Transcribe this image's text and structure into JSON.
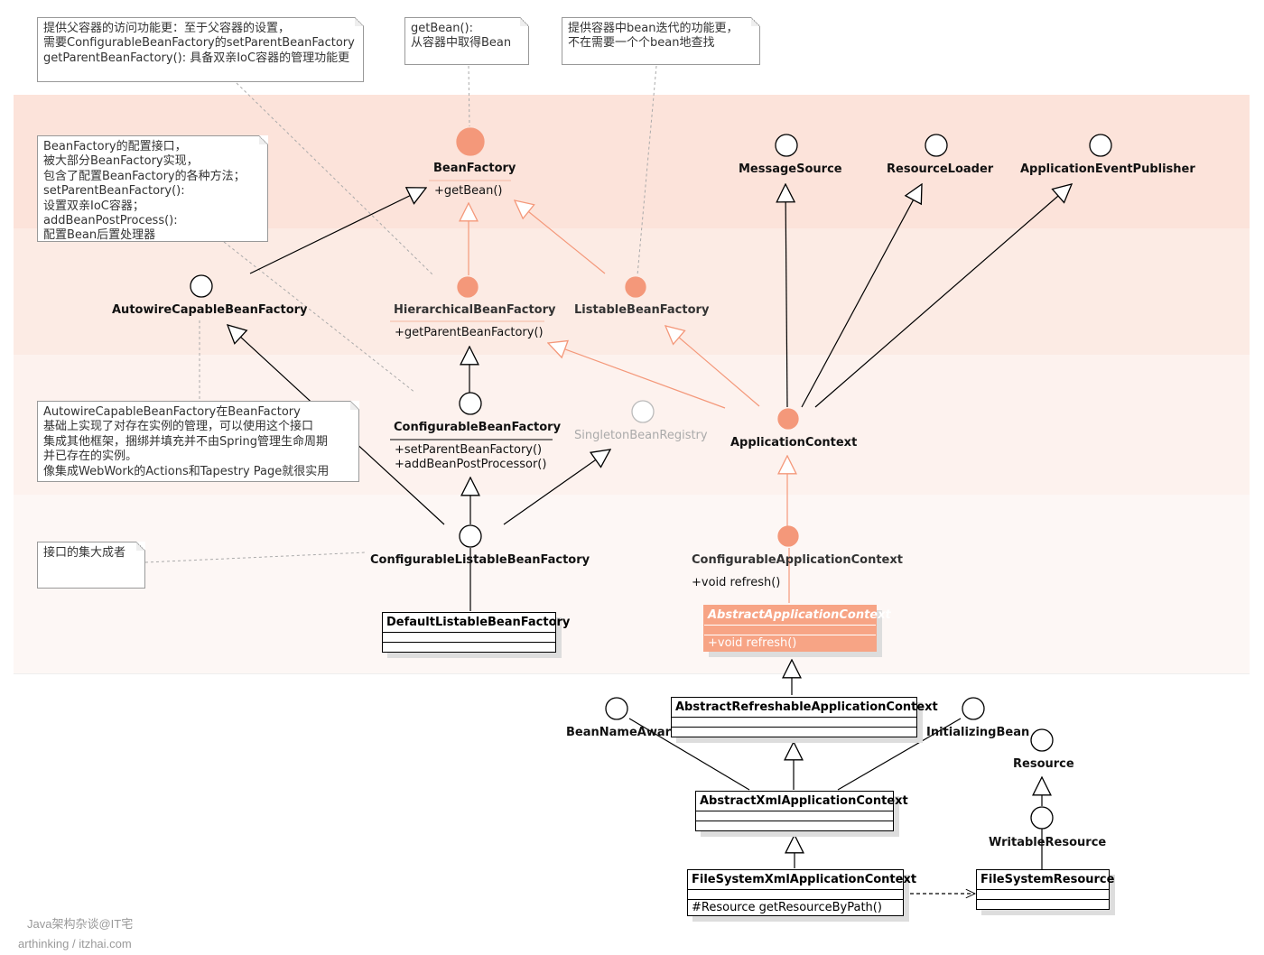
{
  "notes": {
    "parent_access": "提供父容器的访问功能更：至于父容器的设置，\n需要ConfigurableBeanFactory的setParentBeanFactory\ngetParentBeanFactory(): 具备双亲IoC容器的管理功能更",
    "getbean": "getBean():\n从容器中取得Bean",
    "iteration": "提供容器中bean迭代的功能更，\n不在需要一个个bean地查找",
    "config_iface": "BeanFactory的配置接口，\n被大部分BeanFactory实现，\n包含了配置BeanFactory的各种方法；\nsetParentBeanFactory():\n设置双亲IoC容器；\naddBeanPostProcess():\n配置Bean后置处理器",
    "autowire": "AutowireCapableBeanFactory在BeanFactory\n基础上实现了对存在实例的管理，可以使用这个接口\n集成其他框架，捆绑并填充并不由Spring管理生命周期\n并已存在的实例。\n像集成WebWork的Actions和Tapestry Page就很实用",
    "collector": "接口的集大成者"
  },
  "interfaces": {
    "bean_factory": {
      "name": "BeanFactory",
      "op": "+getBean()"
    },
    "message_source": {
      "name": "MessageSource"
    },
    "resource_loader": {
      "name": "ResourceLoader"
    },
    "app_event_publisher": {
      "name": "ApplicationEventPublisher"
    },
    "autowire_capable": {
      "name": "AutowireCapableBeanFactory"
    },
    "hierarchical": {
      "name": "HierarchicalBeanFactory",
      "op": "+getParentBeanFactory()"
    },
    "listable": {
      "name": "ListableBeanFactory"
    },
    "configurable_bf": {
      "name": "ConfigurableBeanFactory",
      "op1": "+setParentBeanFactory()",
      "op2": "+addBeanPostProcessor()"
    },
    "singleton_registry": {
      "name": "SingletonBeanRegistry"
    },
    "application_context": {
      "name": "ApplicationContext"
    },
    "configurable_listable": {
      "name": "ConfigurableListableBeanFactory"
    },
    "configurable_app_ctx": {
      "name": "ConfigurableApplicationContext",
      "op": "+void refresh()"
    },
    "bean_name_aware": {
      "name": "BeanNameAware"
    },
    "initializing_bean": {
      "name": "InitializingBean"
    },
    "resource": {
      "name": "Resource"
    },
    "writable_resource": {
      "name": "WritableResource"
    }
  },
  "classes": {
    "default_listable": {
      "name": "DefaultListableBeanFactory"
    },
    "abstract_app_ctx": {
      "name": "AbstractApplicationContext",
      "op": "+void refresh()"
    },
    "abstract_refreshable": {
      "name": "AbstractRefreshableApplicationContext"
    },
    "abstract_xml": {
      "name": "AbstractXmlApplicationContext"
    },
    "fs_xml": {
      "name": "FileSystemXmlApplicationContext",
      "op": "#Resource getResourceByPath()"
    },
    "fs_resource": {
      "name": "FileSystemResource"
    }
  },
  "watermark": {
    "line1": "Java架构杂谈@IT宅",
    "line2": "arthinking / itzhai.com"
  },
  "colors": {
    "band1": "#fce4dc",
    "band2": "#fdf0eb",
    "band3": "#fdf6f3",
    "band4": "#fefaf8",
    "accent": "#f4987a",
    "abstract_fill": "#f7a485"
  }
}
